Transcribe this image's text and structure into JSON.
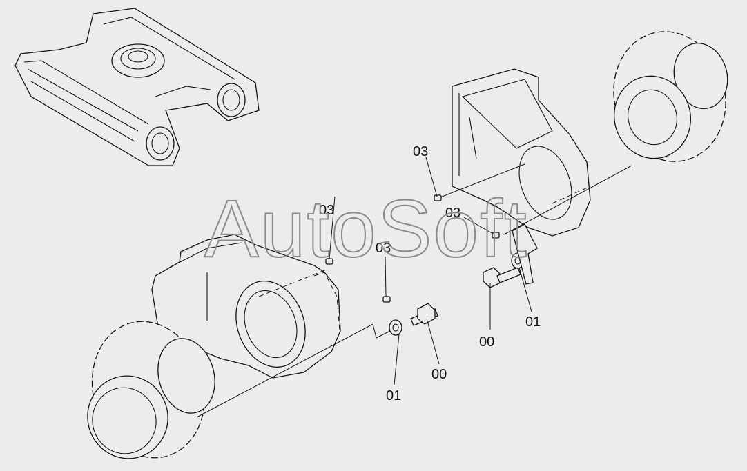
{
  "diagram": {
    "callouts": [
      {
        "id": "c1",
        "label": "03"
      },
      {
        "id": "c2",
        "label": "03"
      },
      {
        "id": "c3",
        "label": "03"
      },
      {
        "id": "c4",
        "label": "03"
      },
      {
        "id": "c5",
        "label": "00"
      },
      {
        "id": "c6",
        "label": "01"
      },
      {
        "id": "c7",
        "label": "01"
      },
      {
        "id": "c8",
        "label": "00"
      }
    ],
    "watermark": "AutoSoft"
  }
}
